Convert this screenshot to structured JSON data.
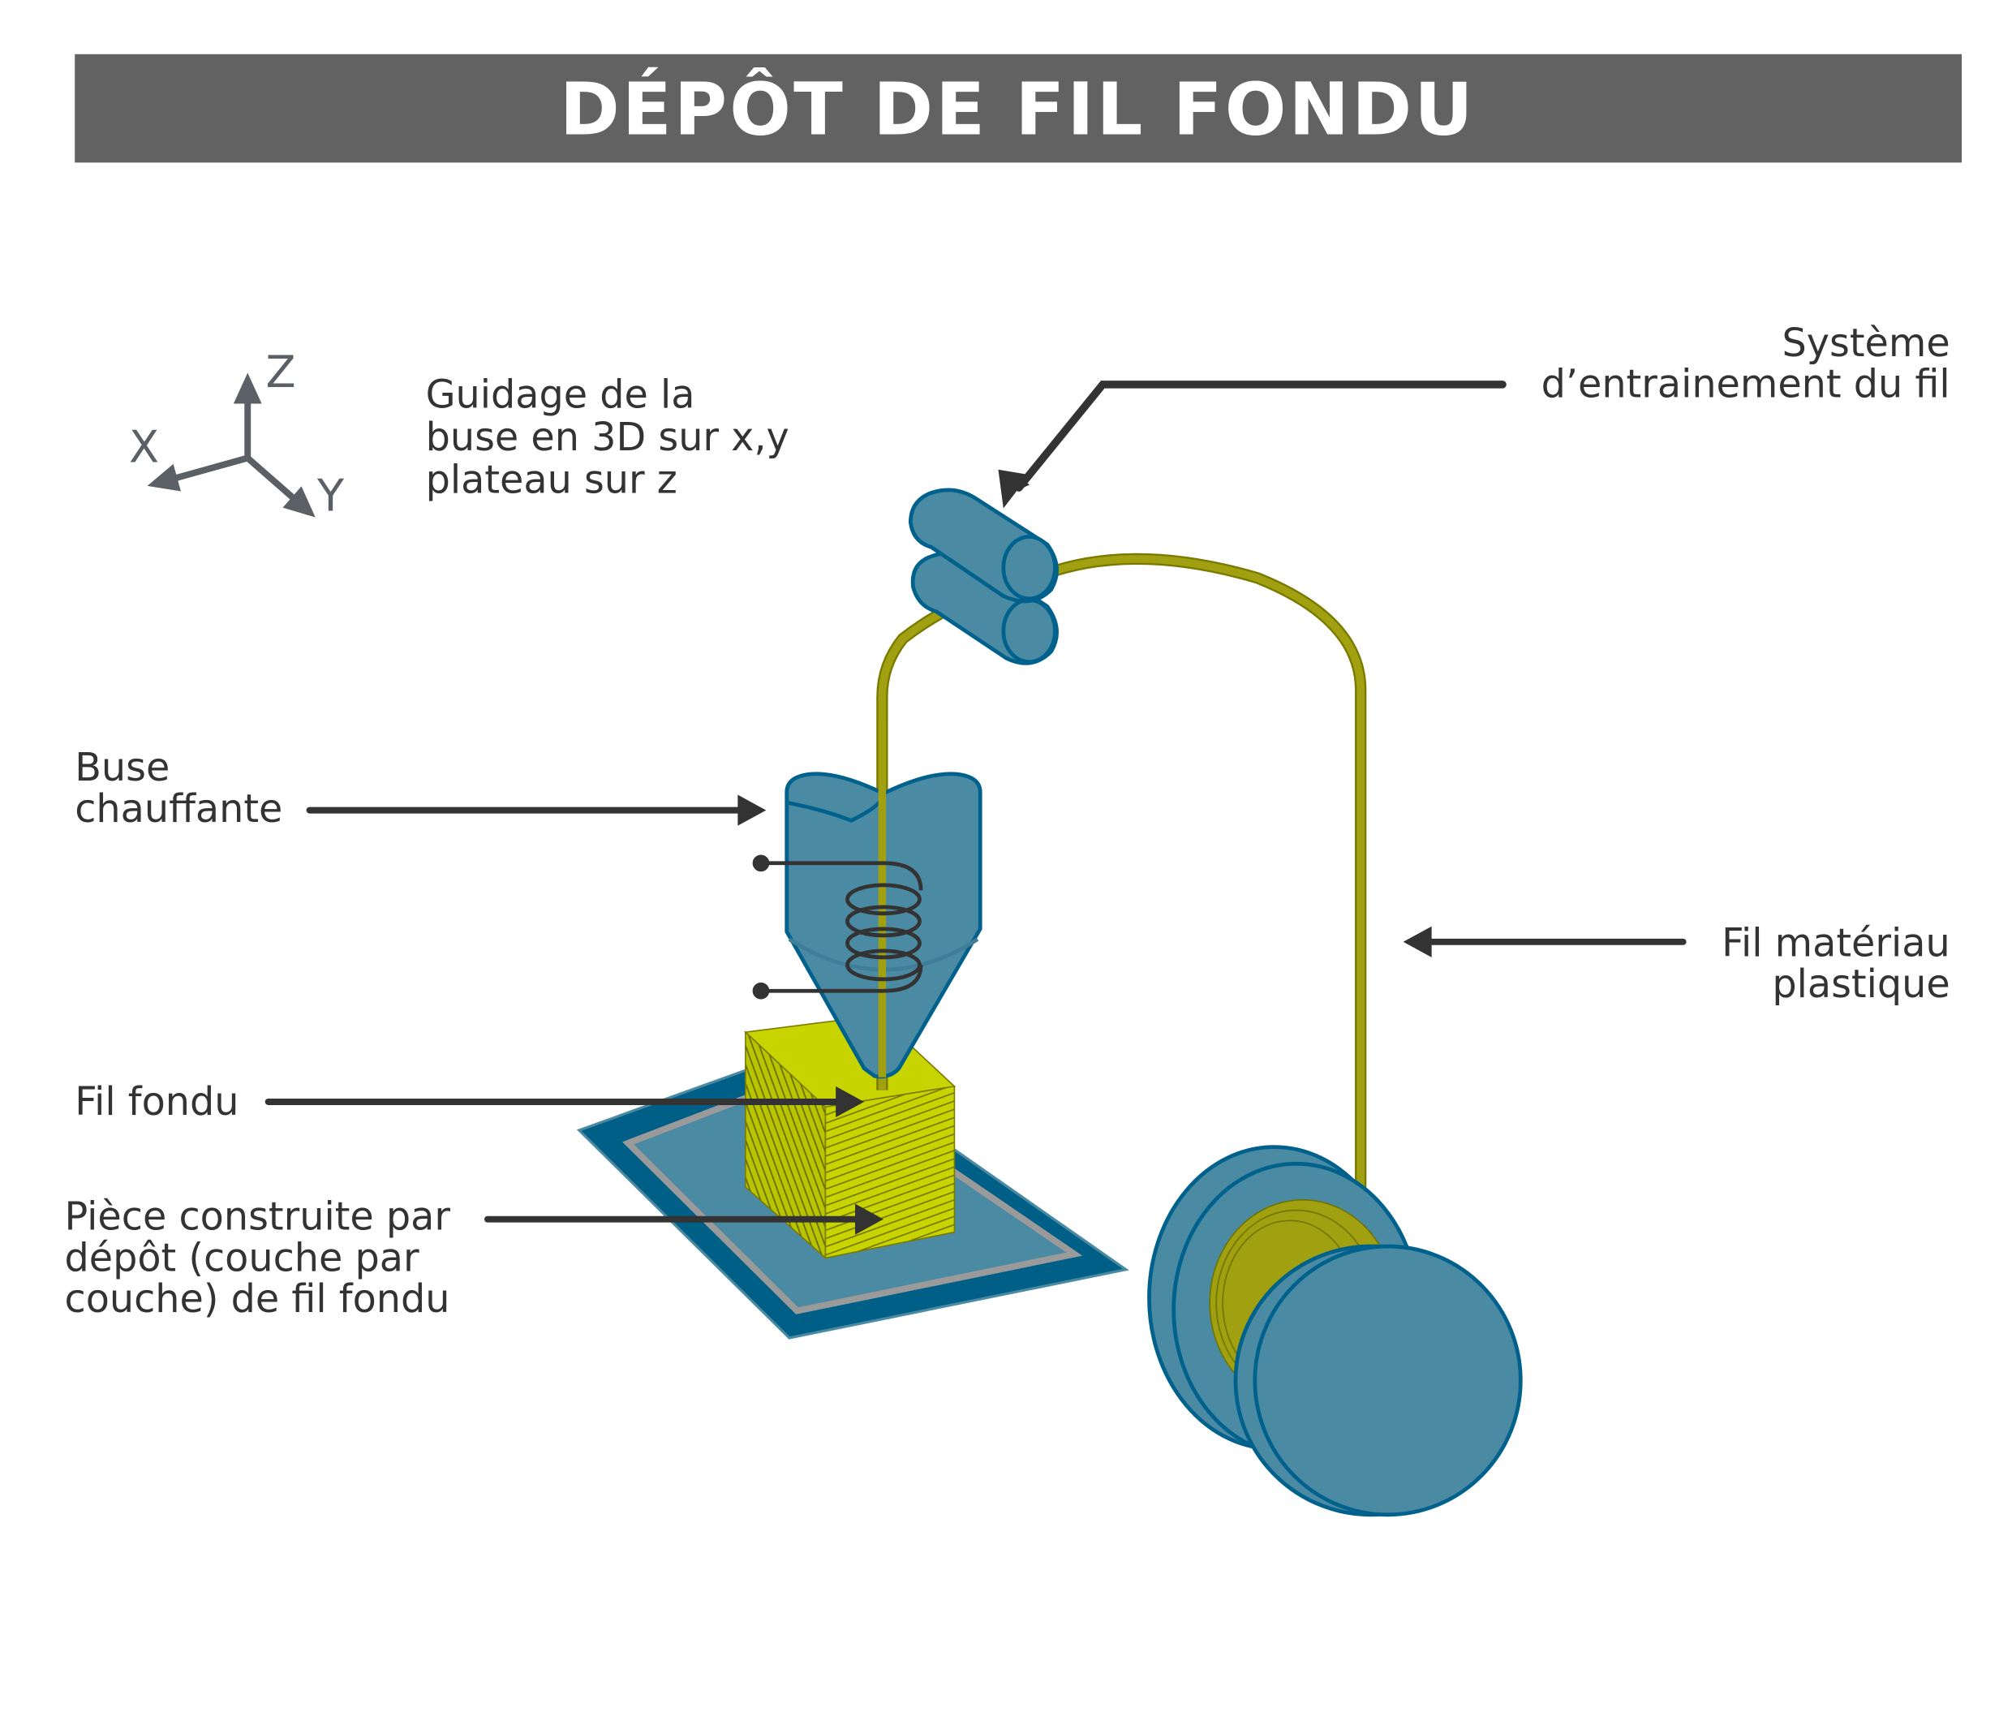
{
  "title": "DÉPÔT DE FIL FONDU",
  "axes": {
    "z": "Z",
    "x": "X",
    "y": "Y"
  },
  "labels": {
    "guidage": [
      "Guidage de la",
      "buse en 3D sur x,y",
      "plateau sur z"
    ],
    "systeme": [
      "Système",
      "d’entrainement du fil"
    ],
    "buse": [
      "Buse",
      "chauffante"
    ],
    "fil_materiau": [
      "Fil matériau",
      "plastique"
    ],
    "fil_fondu": [
      "Fil fondu"
    ],
    "piece": [
      "Pièce construite par",
      "dépôt (couche par",
      "couche) de fil fondu"
    ]
  },
  "colors": {
    "banner": "#626262",
    "blue_fill": "#4b8aa3",
    "blue_stroke": "#00618d",
    "plate_dark": "#005f87",
    "plate_inner": "#4b8aa3",
    "plate_border": "#9a9a9a",
    "filament": "#a0a010",
    "part": "#c8d400",
    "arrow": "#333333",
    "axis": "#5a6066"
  }
}
